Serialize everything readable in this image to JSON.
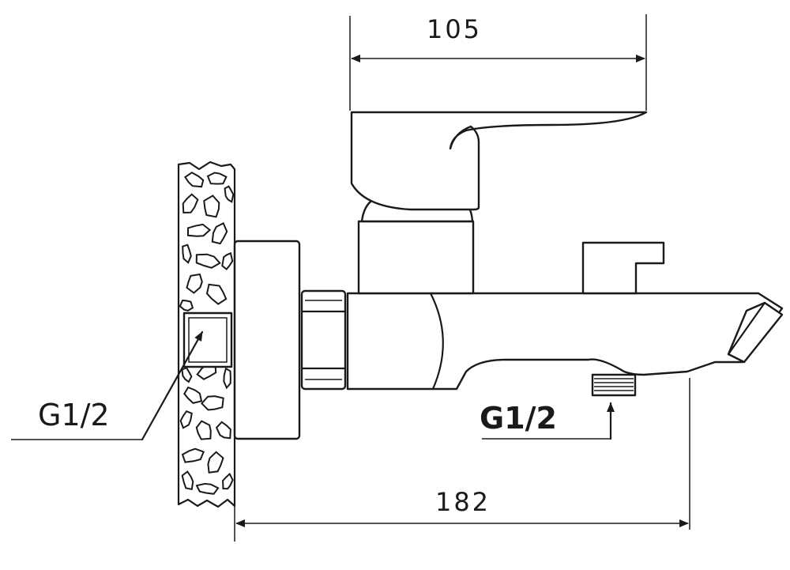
{
  "dimensions": {
    "handle_width": "105",
    "overall_length": "182"
  },
  "labels": {
    "wall_connection_thread": "G1/2",
    "outlet_thread": "G1/2"
  },
  "colors": {
    "line": "#1a1a1a",
    "background": "#ffffff"
  }
}
